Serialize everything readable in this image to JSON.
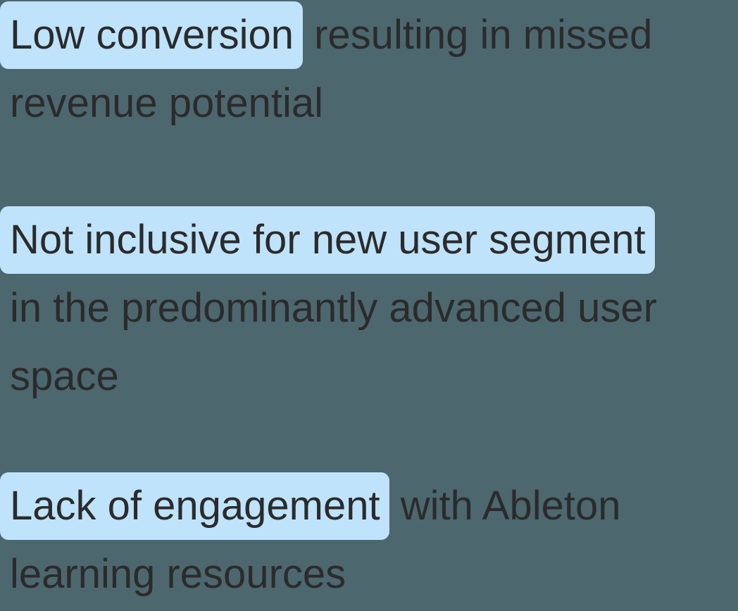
{
  "panel": {
    "background_color": "#4d676f",
    "highlight_color": "#bee3fb",
    "text_color": "#2b2b2b"
  },
  "paragraphs": [
    {
      "full_text": "Low conversion resulting in missed revenue potential",
      "highlighted_phrase": "Low conversion",
      "lines": [
        {
          "segments": [
            {
              "text": "Low conversion",
              "highlight": true
            },
            {
              "text": " resulting in missed",
              "highlight": false
            }
          ]
        },
        {
          "segments": [
            {
              "text": "revenue potential",
              "highlight": false
            }
          ]
        }
      ]
    },
    {
      "full_text": "Not inclusive for new user segment in the predominantly advanced user space",
      "highlighted_phrase": "Not inclusive for new user segment",
      "lines": [
        {
          "segments": [
            {
              "text": "Not inclusive for new user segment",
              "highlight": true
            }
          ]
        },
        {
          "segments": [
            {
              "text": "in the predominantly advanced user",
              "highlight": false
            }
          ]
        },
        {
          "segments": [
            {
              "text": "space",
              "highlight": false
            }
          ]
        }
      ]
    },
    {
      "full_text": "Lack of engagement with Ableton learning resources",
      "highlighted_phrase": "Lack of engagement",
      "lines": [
        {
          "segments": [
            {
              "text": "Lack of engagement",
              "highlight": true
            },
            {
              "text": " with Ableton",
              "highlight": false
            }
          ]
        },
        {
          "segments": [
            {
              "text": "learning resources",
              "highlight": false
            }
          ]
        }
      ]
    }
  ]
}
